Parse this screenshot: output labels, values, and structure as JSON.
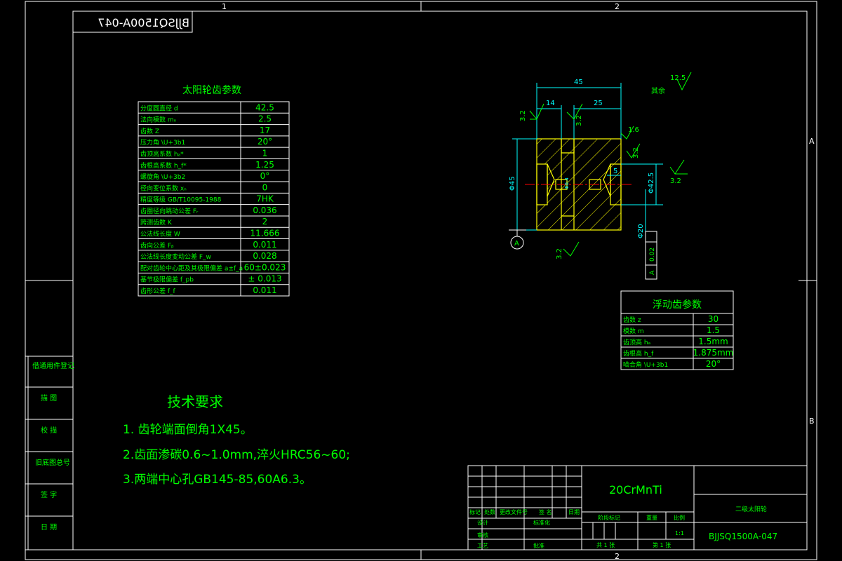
{
  "colors": {
    "background": "#000000",
    "frame": "#ffffff",
    "table_line": "#ffffff",
    "text": "#00ff00",
    "dimension": "#00ffff",
    "hatch": "#ffff00",
    "center_line": "#ff0000",
    "section": "#ffff00"
  },
  "frame_labels": {
    "top_col_1": "1",
    "top_col_2": "2",
    "bottom_col_2": "2",
    "right_row_a": "A",
    "right_row_b": "B"
  },
  "drawing_number_mirrored": "BJJSQ1500A-047",
  "gear_params": {
    "title": "太阳轮齿参数",
    "rows": [
      {
        "label": "分度圆直径 d",
        "value": "42.5"
      },
      {
        "label": "法向模数    mₙ",
        "value": "2.5"
      },
      {
        "label": "齿数    Z",
        "value": "17"
      },
      {
        "label": "压力角  \\U+3b1",
        "value": "20°"
      },
      {
        "label": "齿顶高系数      hₐ*",
        "value": "1"
      },
      {
        "label": "齿根高系数      h_f*",
        "value": "1.25"
      },
      {
        "label": "螺旋角  \\U+3b2",
        "value": "0°"
      },
      {
        "label": "径向变位系数      xₙ",
        "value": "0"
      },
      {
        "label": "精度等级   GB/T10095-1988",
        "value": "7HK"
      },
      {
        "label": "齿圈径向跳动公差      Fᵣ",
        "value": "0.036"
      },
      {
        "label": "跨测齿数 K",
        "value": "2"
      },
      {
        "label": "公法线长度 W",
        "value": "11.666"
      },
      {
        "label": "齿向公差       Fᵦ",
        "value": "0.011"
      },
      {
        "label": "公法线长度变动公差  F_w",
        "value": "0.028"
      },
      {
        "label": "配对齿轮中心距及其极限偏差 a±f_a",
        "value": "60±0.023"
      },
      {
        "label": "基节极限偏差  f_pb",
        "value": "± 0.013"
      },
      {
        "label": "齿形公差  f_f",
        "value": "0.011"
      }
    ]
  },
  "float_params": {
    "title": "浮动齿参数",
    "rows": [
      {
        "label": "齿数    z",
        "value": "30"
      },
      {
        "label": "模数    m",
        "value": "1.5"
      },
      {
        "label": "齿顶高     hₐ",
        "value": "1.5mm"
      },
      {
        "label": "齿根高     h_f",
        "value": "1.875mm"
      },
      {
        "label": "啮合角   \\U+3b1",
        "value": "20°"
      }
    ]
  },
  "tech_req": {
    "title": "技术要求",
    "items": [
      "1. 齿轮端面倒角1X45。",
      "2.齿面渗碳0.6~1.0mm,淬火HRC56~60;",
      "3.两端中心孔GB145-85,60A6.3。"
    ]
  },
  "left_strip": [
    "借通用件登记",
    "描  图",
    "校  描",
    "旧底图总号",
    "签  字",
    "日  期"
  ],
  "title_block": {
    "material": "20CrMnTi",
    "part_name": "二级太阳轮",
    "drawing_number": "BJJSQ1500A-047",
    "col_headers": [
      "标记",
      "处数",
      "更改文件号",
      "签  名",
      "日期"
    ],
    "row_labels": [
      "设计",
      "审核",
      "工艺"
    ],
    "mid_labels": [
      "标准化",
      "批准"
    ],
    "stage_label": "阶段标记",
    "weight_label": "重量",
    "scale_label": "比例",
    "scale_value": "1:1",
    "sheets_total": "共  1  张",
    "sheet_no": "第  1  张"
  },
  "dimensions": {
    "overall_length": "45",
    "left_len": "14",
    "right_len": "25",
    "dia_outer": "Φ45",
    "dia_pitch": "Φ42.5",
    "dia_shaft": "Φ20",
    "center_dim": "5",
    "roughness_general": "12.5",
    "roughness_other_label": "其余",
    "roughness_1": "3.2",
    "roughness_2": "3.2",
    "roughness_3": "1.6",
    "roughness_4": "3.2",
    "roughness_5": "3.2",
    "roughness_6": "3.2",
    "datum": "A",
    "runout_tol": "0.02",
    "runout_datum": "A",
    "small_dim": "Φ0.4"
  }
}
